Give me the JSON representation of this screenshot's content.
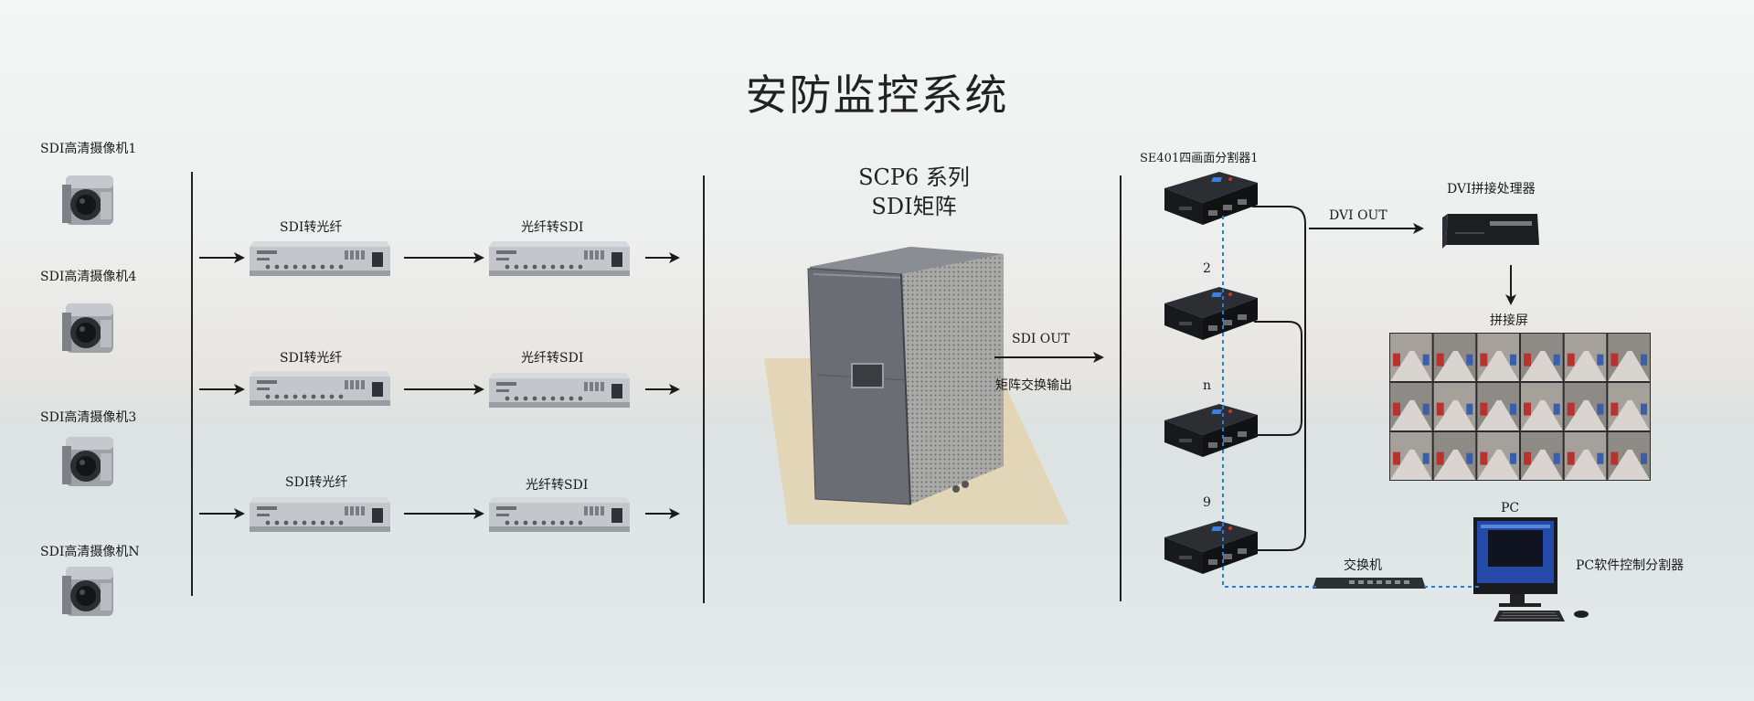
{
  "title": "安防监控系统",
  "cameras": [
    "SDI高清摄像机1",
    "SDI高清摄像机4",
    "SDI高清摄像机3",
    "SDI高清摄像机N"
  ],
  "rows": [
    {
      "converter1": "SDI转光纤",
      "converter2": "光纤转SDI"
    },
    {
      "converter1": "SDI转光纤",
      "converter2": "光纤转SDI"
    },
    {
      "converter1": "SDI转光纤",
      "converter2": "光纤转SDI"
    }
  ],
  "matrix": {
    "line1": "SCP6 系列",
    "line2": "SDI矩阵"
  },
  "sdi_out": "SDI OUT",
  "matrix_out": "矩阵交换输出",
  "splitter": {
    "label": "SE401四画面分割器1",
    "numbers": [
      "2",
      "n",
      "9"
    ]
  },
  "dvi_out": "DVI OUT",
  "dvi_processor": "DVI拼接处理器",
  "video_wall": "拼接屏",
  "pc": "PC",
  "pc_software": "PC软件控制分割器",
  "switch": "交换机",
  "colors": {
    "arrow": "#1a1a1a",
    "network_line": "#2a7fd4",
    "device_dark": "#1c1e22",
    "rack_unit": "#c9ccd0"
  }
}
